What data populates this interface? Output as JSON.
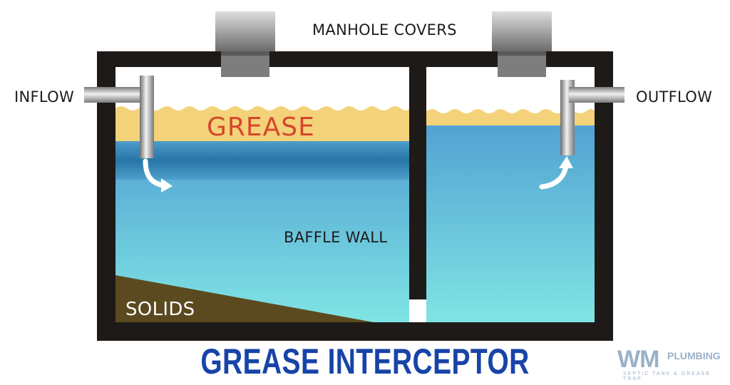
{
  "labels": {
    "manhole_covers": "MANHOLE COVERS",
    "inflow": "INFLOW",
    "outflow": "OUTFLOW",
    "grease": "GREASE",
    "baffle_wall": "BAFFLE WALL",
    "solids": "SOLIDS"
  },
  "title": "GREASE INTERCEPTOR",
  "brand": {
    "name": "WM",
    "sub": "PLUMBING",
    "tagline": "SEPTIC TANK & GREASE TRAP"
  },
  "colors": {
    "tank_wall": "#1e1a18",
    "grease_layer": "#f3d27a",
    "water_top": "#5aa9d6",
    "water_bottom": "#7fe0e2",
    "solids": "#5b4a1f",
    "title": "#1744a8",
    "grease_text": "#d6472b",
    "brand": "#9ab1c9"
  }
}
